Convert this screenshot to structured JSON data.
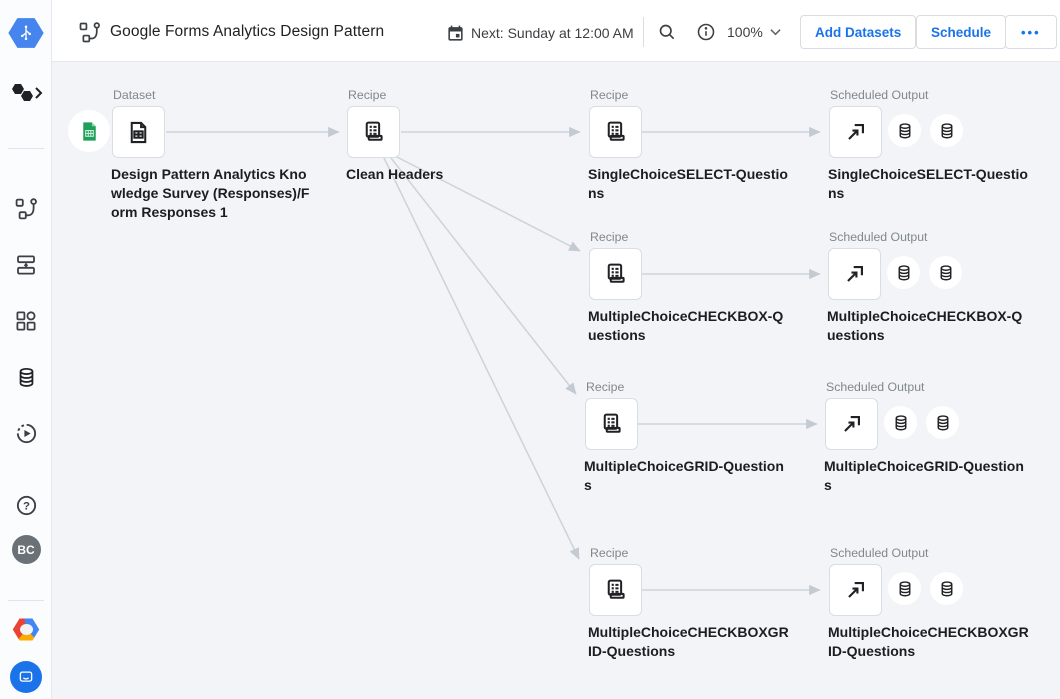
{
  "header": {
    "flow_title": "Google Forms Analytics Design Pattern",
    "next_run": "Next: Sunday at 12:00 AM",
    "zoom_value": "100%",
    "add_datasets_label": "Add Datasets",
    "schedule_label": "Schedule",
    "more_label": "•••"
  },
  "sidebar": {
    "avatar_initials": "BC"
  },
  "labels": {
    "dataset": "Dataset",
    "recipe": "Recipe",
    "scheduled_output": "Scheduled Output"
  },
  "flow": {
    "dataset_name": "Design Pattern Analytics Knowledge Survey (Responses)/Form Responses 1",
    "clean_recipe_name": "Clean Headers",
    "rows": [
      {
        "recipe_name": "SingleChoiceSELECT-Questions",
        "output_name": "SingleChoiceSELECT-Questions"
      },
      {
        "recipe_name": "MultipleChoiceCHECKBOX-Questions",
        "output_name": "MultipleChoiceCHECKBOX-Questions"
      },
      {
        "recipe_name": "MultipleChoiceGRID-Questions",
        "output_name": "MultipleChoiceGRID-Questions"
      },
      {
        "recipe_name": "MultipleChoiceCHECKBOXGRID-Questions",
        "output_name": "MultipleChoiceCHECKBOXGRID-Questions"
      }
    ]
  },
  "colors": {
    "accent_blue": "#1a73e8",
    "canvas_bg": "#f2f4f7",
    "node_border": "#d9dee4",
    "edge_gray": "#ccd3db",
    "sheets_green": "#1ea05a",
    "gcloud_red": "#ea4335",
    "gcloud_yellow": "#f9ab00",
    "gcloud_blue": "#4285f4"
  }
}
